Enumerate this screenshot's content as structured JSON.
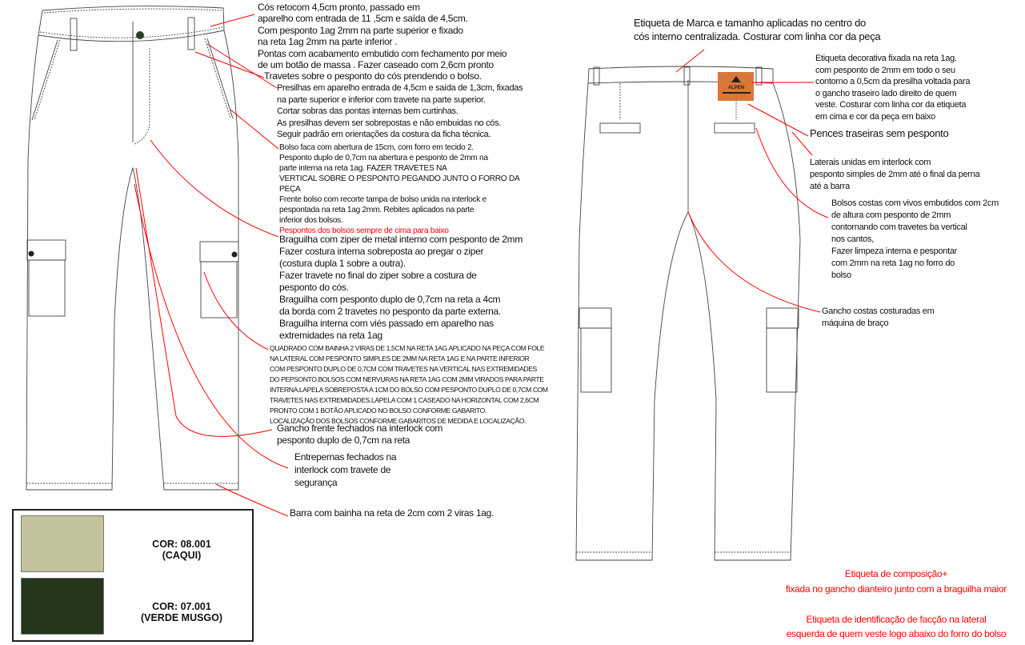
{
  "front_notes": {
    "cos": [
      "Cós retocom 4,5cm pronto, passado em",
      "aparelho com  entrada de 11 ,5cm e saída de 4,5cm.",
      " Com pesponto 1ag 2mm na parte superior e fixado",
      " na reta 1ag 2mm  na parte inferior .",
      "Pontas com acabamento embutido com fechamento por meio",
      "de um botão de massa . Fazer caseado com 2,6cm pronto"
    ],
    "travetes": "Travetes sobre o pesponto do cós prendendo o bolso.",
    "presilhas": [
      "Presilhas em aparelho entrada de 4,5cm e saída de 1,3cm, fixadas",
      "na parte superior e inferior com travete na parte superior.",
      "Cortar sobras das pontas internas bem curtinhas.",
      "As presilhas devem ser sobrepostas e não embuidas no cós.",
      "Seguir padrão em orientações da costura da ficha técnica."
    ],
    "bolso": [
      "Bolso faca com abertura de 15cm, com forro em tecido 2.",
      " Pesponto duplo de 0,7cm  na abertura e pesponto de 2mm na",
      "parte interna na reta 1ag. FAZER TRAVETES NA",
      "VERTICAL SOBRE O PESPONTO PEGANDO JUNTO O FORRO DA",
      "PEÇA",
      "Frente bolso com recorte tampa de bolso unida na interlock e",
      "pespontada na reta 1ag 2mm. Rebites aplicados na parte",
      "inferior dos bolsos."
    ],
    "bolso_warning": "Pespontos dos bolsos sempre de cima para baixo",
    "braguilha": [
      "Braguilha com ziper de metal interno com pesponto de 2mm",
      "Fazer costura interna sobreposta ao pregar o ziper",
      "(costura dupla 1 sobre a outra).",
      "Fazer travete no final do ziper sobre a costura de",
      "pesponto do cós.",
      " Braguilha com pesponto duplo  de 0,7cm na reta  a 4cm",
      "da borda  com 2 travetes no pesponto da parte externa.",
      "Braguilha interna com viés passado em aparelho nas",
      " extremidades na reta 1ag"
    ],
    "quadrado": [
      "QUADRADO COM BAINHA 2 VIRAS DE 1,5CM NA RETA 1AG  APLICADO NA PEÇA COM FOLE",
      "NA LATERAL COM PESPONTO SIMPLES DE 2MM NA RETA 1AG E NA PARTE INFERIOR",
      "COM PESPONTO DUPLO DE 0,7CM COM TRAVETES NA VERTICAL NAS EXTREMIDADES",
      " DO PEPSONTO.BOLSOS COM NERVURAS NA RETA 1AG COM 2MM VIRADOS PARA PARTE",
      "  INTERNA.LAPELA SOBREPOSTA A 1CM DO BOLSO COM PESPONTO DUPLO DE 0,7CM COM",
      "TRAVETES NAS EXTREMIDADES.LAPELA COM 1 CASEADO NA HORIZONTAL COM 2,6CM",
      "PRONTO COM 1 BOTÃO APLICADO NO BOLSO CONFORME GABARITO.",
      "LOCALIZAÇÃO DOS BOLSOS CONFORME GABARITOS DE MEDIDA  E LOCALIZAÇÃO."
    ],
    "gancho_frente": [
      "Gancho frente fechados na interlock com",
      "pesponto duplo de 0,7cm na reta"
    ],
    "entrepernas": [
      "Entrepernas fechados na",
      "interlock com travete de",
      "segurança"
    ],
    "barra": "Barra com bainha na reta de 2cm com 2 viras 1ag."
  },
  "back_notes": {
    "etiqueta_marca": [
      "Etiqueta de Marca e tamanho aplicadas no centro do",
      "cós interno centralizada. Costurar com linha cor da peça"
    ],
    "etiqueta_decorativa": [
      "Etiqueta decorativa fixada na reta 1ag.",
      "com pesponto de 2mm em todo o seu",
      "contorno a 0,5cm da presilha voltada para",
      "o gancho traseiro lado direito de quem",
      "veste. Costurar com linha cor da etiqueta",
      "em cima e cor da peça em baixo"
    ],
    "pences": "Pences traseiras sem pesponto",
    "laterais": [
      "Laterais unidas em interlock com",
      "pesponto simples de 2mm até o final da perna",
      "até a barra"
    ],
    "bolsos_costas": [
      "Bolsos costas com vivos embutidos com 2cm",
      "de altura  com pesponto de 2mm",
      "contornando com travetes ba vertical",
      "nos cantos,",
      "Fazer limpeza interna  e pespontar",
      "com 2mm na reta 1ag no forro do",
      "bolso"
    ],
    "gancho_costas": [
      "Gancho costas costuradas em",
      "máquina de braço"
    ],
    "label_brand": "ALPEN"
  },
  "label_notes": {
    "composicao": [
      "Etiqueta de composição+",
      "fixada no gancho dianteiro junto com a braguilha maior"
    ],
    "identificacao": [
      "Etiqueta de identificação de facção na lateral",
      "esquerda de quem veste logo abaixo do forro do bolso"
    ]
  },
  "colors": [
    {
      "code": "COR: 08.001",
      "name": "(CAQUI)",
      "hex": "#c2c29d"
    },
    {
      "code": "COR: 07.001",
      "name": "(VERDE MUSGO)",
      "hex": "#24361c"
    }
  ],
  "palette": {
    "annotation": "#ff0000",
    "label_orange": "#d9773a",
    "button": "#2d3b2d"
  }
}
